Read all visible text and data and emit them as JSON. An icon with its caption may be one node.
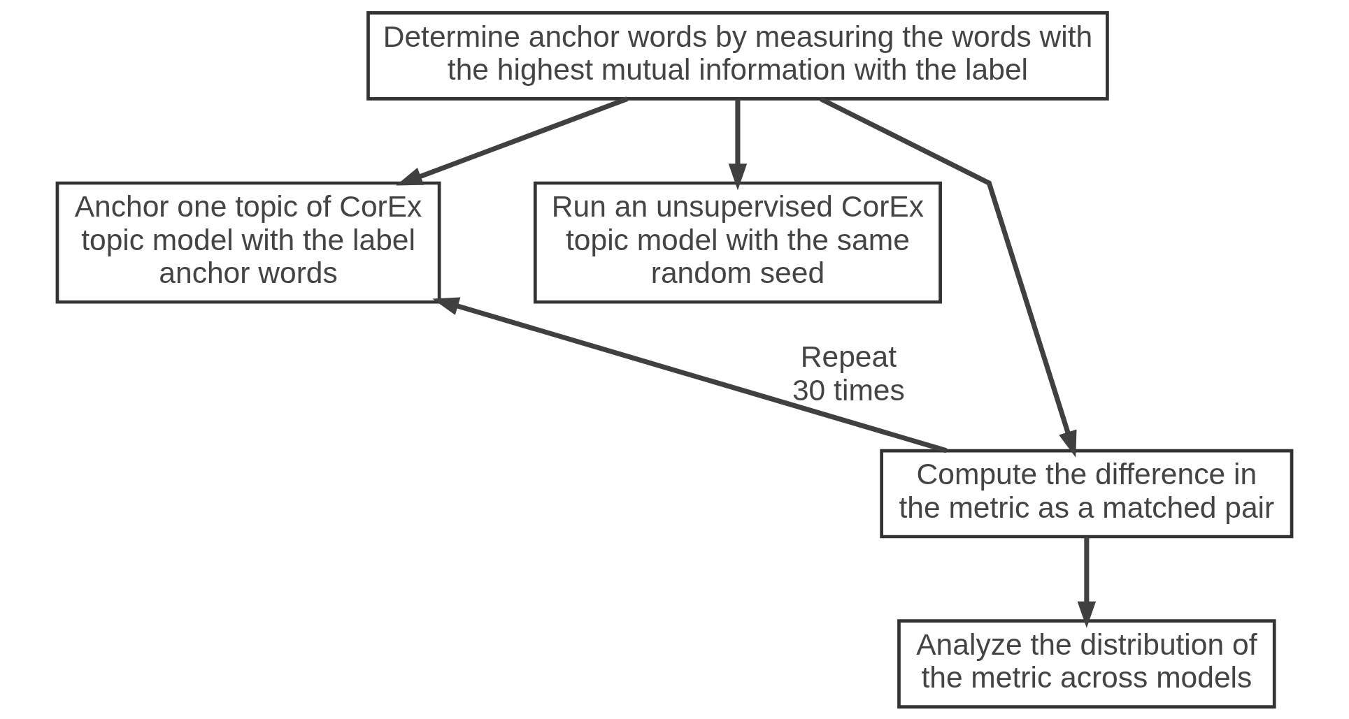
{
  "diagram": {
    "nodes": [
      {
        "text": [
          "Determine anchor words by measuring the words with the highest mutual information with the label"
        ]
      },
      {
        "text": [
          "Anchor one topic of CorEx topic model with the label anchor words"
        ]
      },
      {
        "text": [
          "Run an unsupervised CorEx topic model with the same random seed"
        ]
      },
      {
        "text": [
          "Compute the difference in the metric as a matched pair"
        ]
      },
      {
        "text": [
          "Analyze the distribution of the metric across models"
        ]
      }
    ],
    "edges": [
      {
        "from": 0,
        "to": 1,
        "arrow": "to"
      },
      {
        "from": 0,
        "to": 2,
        "arrow": "to"
      },
      {
        "from": 0,
        "to": 3,
        "arrow": "to"
      },
      {
        "from": 3,
        "to": 1,
        "arrow": "to",
        "label": "Repeat 30 times"
      },
      {
        "from": 3,
        "to": 4,
        "arrow": "to"
      }
    ]
  }
}
